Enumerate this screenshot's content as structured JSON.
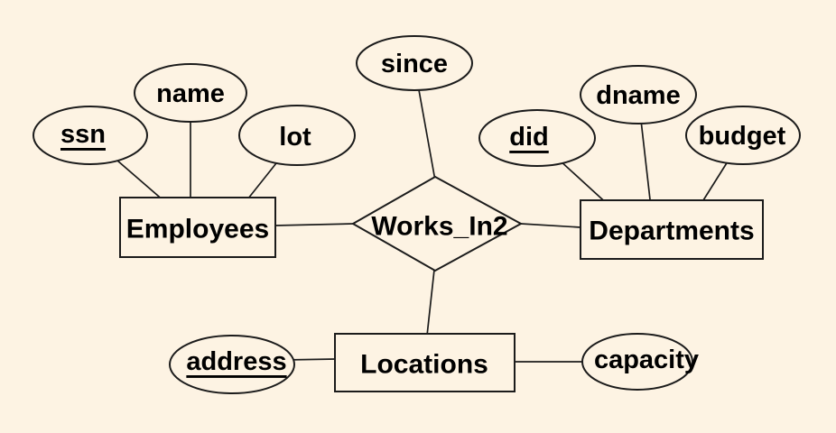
{
  "colors": {
    "background": "#fdf3e3",
    "stroke": "#1b1b1b",
    "text": "#000000"
  },
  "diagram": {
    "type": "er-diagram",
    "entities": [
      {
        "label": "Employees"
      },
      {
        "label": "Departments"
      },
      {
        "label": "Locations"
      }
    ],
    "relationships": [
      {
        "label": "Works_In2",
        "connects": [
          "Employees",
          "Departments",
          "Locations"
        ]
      }
    ],
    "attributes": [
      {
        "label": "ssn",
        "of": "Employees",
        "key": true
      },
      {
        "label": "name",
        "of": "Employees",
        "key": false
      },
      {
        "label": "lot",
        "of": "Employees",
        "key": false
      },
      {
        "label": "since",
        "of": "Works_In2",
        "key": false
      },
      {
        "label": "did",
        "of": "Departments",
        "key": true
      },
      {
        "label": "dname",
        "of": "Departments",
        "key": false
      },
      {
        "label": "budget",
        "of": "Departments",
        "key": false
      },
      {
        "label": "address",
        "of": "Locations",
        "key": true
      },
      {
        "label": "capacity",
        "of": "Locations",
        "key": false
      }
    ]
  }
}
